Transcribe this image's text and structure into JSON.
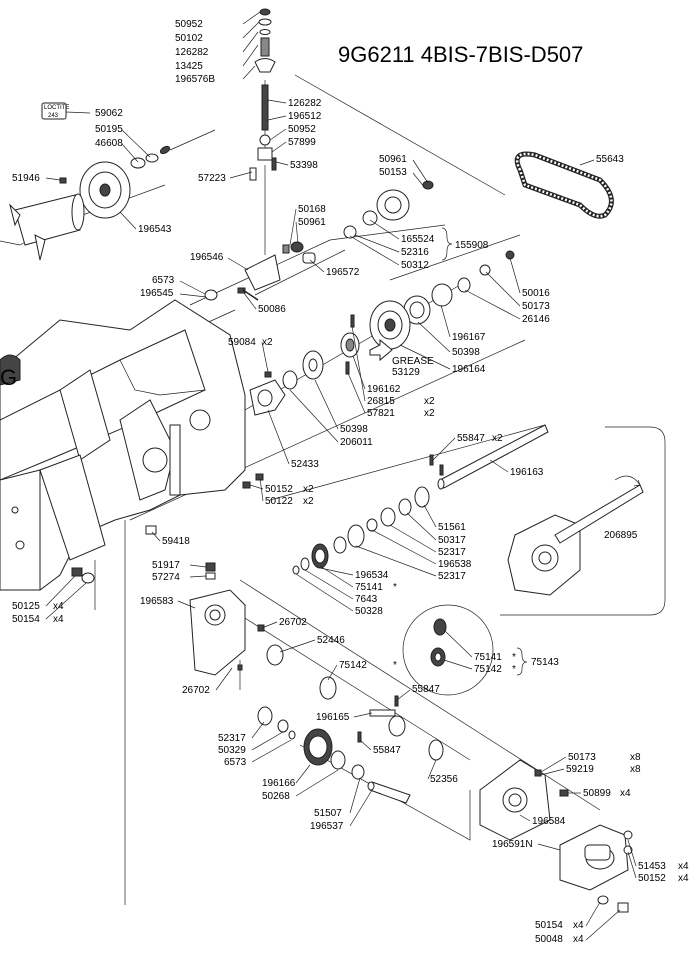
{
  "title": "9G6211 4BIS-7BIS-D507",
  "loctite": {
    "line1": "LOCTITE",
    "line2": "243"
  },
  "grease": {
    "label": "GREASE",
    "part": "53129"
  },
  "bracket_groups": {
    "g155908": "155908",
    "g75143": "75143"
  },
  "labels": {
    "p50952a": "50952",
    "p50102": "50102",
    "p126282a": "126282",
    "p13425": "13425",
    "p196576B": "196576B",
    "p126282b": "126282",
    "p196512": "196512",
    "p50952b": "50952",
    "p57899": "57899",
    "p53398": "53398",
    "p57223": "57223",
    "p59062": "59062",
    "p50195": "50195",
    "p46608": "46608",
    "p51946": "51946",
    "p196543": "196543",
    "p50961a": "50961",
    "p50153": "50153",
    "p55643": "55643",
    "p50168": "50168",
    "p50961b": "50961",
    "p165524": "165524",
    "p52316": "52316",
    "p50312": "50312",
    "p196546": "196546",
    "p196572": "196572",
    "p6573a": "6573",
    "p196545": "196545",
    "p50086": "50086",
    "p50016": "50016",
    "p50173a": "50173",
    "p26146": "26146",
    "p59084": "59084",
    "x59084": "x2",
    "p196167": "196167",
    "p50398a": "50398",
    "p196164": "196164",
    "p196162": "196162",
    "p26815": "26815",
    "x26815": "x2",
    "p57821": "57821",
    "x57821": "x2",
    "p50398b": "50398",
    "p206011": "206011",
    "p52433": "52433",
    "p55847a": "55847",
    "x55847a": "x2",
    "p196163": "196163",
    "p50152a": "50152",
    "x50152a": "x2",
    "p50122": "50122",
    "x50122": "x2",
    "p51561": "51561",
    "p50317": "50317",
    "p52317a": "52317",
    "p196538": "196538",
    "p52317b": "52317",
    "p206895": "206895",
    "p59418": "59418",
    "p51917": "51917",
    "p57274": "57274",
    "p196534": "196534",
    "p75141a": "75141",
    "p7643": "7643",
    "p50328": "50328",
    "p196583": "196583",
    "p26702a": "26702",
    "p52446": "52446",
    "p75141b": "75141",
    "p75142b": "75142",
    "p50125": "50125",
    "x50125": "x4",
    "p50154a": "50154",
    "x50154a": "x4",
    "p26702b": "26702",
    "p75142a": "75142",
    "p55847b": "55847",
    "p196165": "196165",
    "p55847c": "55847",
    "p52317c": "52317",
    "p50329": "50329",
    "p6573b": "6573",
    "p196166": "196166",
    "p50268": "50268",
    "p52356": "52356",
    "p51507": "51507",
    "p196537": "196537",
    "p50173b": "50173",
    "x50173b": "x8",
    "p59219": "59219",
    "x59219": "x8",
    "p50899": "50899",
    "x50899": "x4",
    "p196584": "196584",
    "p196591N": "196591N",
    "p51453": "51453",
    "x51453": "x4",
    "p50152b": "50152",
    "x50152b": "x4",
    "p50154b": "50154",
    "x50154b": "x4",
    "p50048": "50048",
    "x50048": "x4",
    "star": "*"
  }
}
